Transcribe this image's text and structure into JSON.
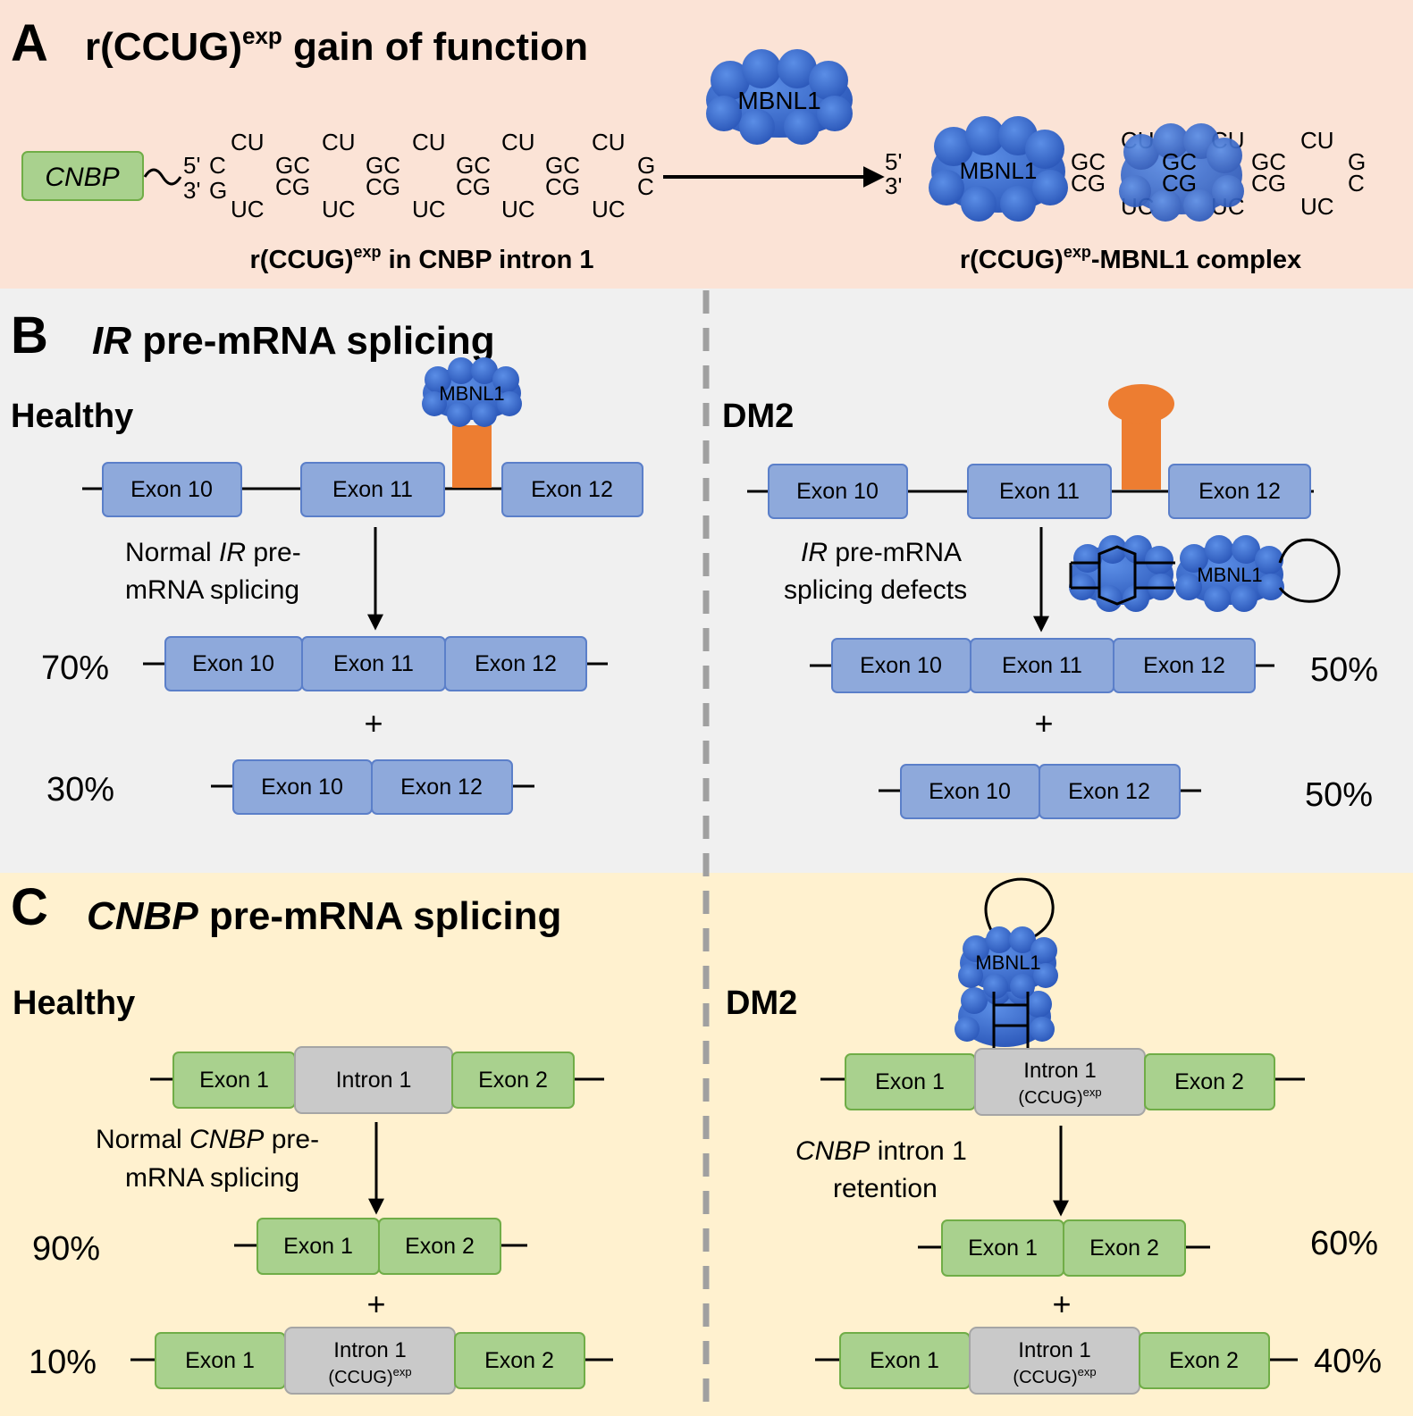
{
  "colors": {
    "panel_a_bg": "#fbe3d6",
    "panel_b_bg": "#f0f0f0",
    "panel_c_bg": "#fff1cf",
    "exon_blue": "#8ea9db",
    "exon_blue_border": "#5b7fc9",
    "exon_green": "#a9d18e",
    "exon_green_border": "#70ad47",
    "intron_gray": "#c9c9c9",
    "mbnl1_blue": "#3366cc",
    "hairpin_orange": "#ed7d31",
    "divider_gray": "#a0a0a0"
  },
  "panelA": {
    "letter": "A",
    "title_main": "r(CCUG)",
    "title_sup": "exp",
    "title_rest": " gain of function",
    "gene": "CNBP",
    "five_prime": "5'",
    "three_prime": "3'",
    "left_caption_main": "r(CCUG)",
    "left_caption_sup": "exp",
    "left_caption_rest": " in CNBP intron 1",
    "right_caption_main": "r(CCUG)",
    "right_caption_sup": "exp",
    "right_caption_rest": "-MBNL1 complex",
    "protein": "MBNL1",
    "hairpin": {
      "top": [
        "CU",
        "CU",
        "CU",
        "CU",
        "CU"
      ],
      "mid_top": [
        "GC",
        "GC",
        "GC",
        "GC"
      ],
      "mid_bot": [
        "CG",
        "CG",
        "CG",
        "CG"
      ],
      "bot": [
        "UC",
        "UC",
        "UC",
        "UC",
        "UC"
      ],
      "start_top": "C",
      "start_bot": "G",
      "loop_top": "G",
      "loop_bot": "C"
    },
    "complex_hairpin": {
      "top": [
        "CU",
        "CU",
        "CU"
      ],
      "mid_top": [
        "GC",
        "GC",
        "GC"
      ],
      "mid_bot": [
        "CG",
        "CG",
        "CG"
      ],
      "bot": [
        "UC",
        "UC",
        "UC"
      ],
      "loop_top": "G",
      "loop_bot": "C"
    }
  },
  "panelB": {
    "letter": "B",
    "title_gene": "IR",
    "title_rest": " pre-mRNA splicing",
    "healthy_label": "Healthy",
    "dm2_label": "DM2",
    "protein": "MBNL1",
    "exon10": "Exon 10",
    "exon11": "Exon 11",
    "exon12": "Exon 12",
    "healthy_note_pre": "Normal ",
    "healthy_note_gene": "IR",
    "healthy_note_post": " pre-",
    "healthy_note_line2": "mRNA splicing",
    "dm2_note_gene": "IR",
    "dm2_note_post": " pre-mRNA",
    "dm2_note_line2": "splicing defects",
    "plus": "+",
    "healthy_pct_included": "70%",
    "healthy_pct_skipped": "30%",
    "dm2_pct_included": "50%",
    "dm2_pct_skipped": "50%"
  },
  "panelC": {
    "letter": "C",
    "title_gene": "CNBP",
    "title_rest": " pre-mRNA splicing",
    "healthy_label": "Healthy",
    "dm2_label": "DM2",
    "protein": "MBNL1",
    "exon1": "Exon 1",
    "exon2": "Exon 2",
    "intron1": "Intron 1",
    "intron_expansion_main": "(CCUG)",
    "intron_expansion_sup": "exp",
    "healthy_note_pre": "Normal ",
    "healthy_note_gene": "CNBP",
    "healthy_note_post": " pre-",
    "healthy_note_line2": "mRNA splicing",
    "dm2_note_gene": "CNBP",
    "dm2_note_post": " intron 1",
    "dm2_note_line2": "retention",
    "plus": "+",
    "healthy_pct_spliced": "90%",
    "healthy_pct_retained": "10%",
    "dm2_pct_spliced": "60%",
    "dm2_pct_retained": "40%"
  }
}
